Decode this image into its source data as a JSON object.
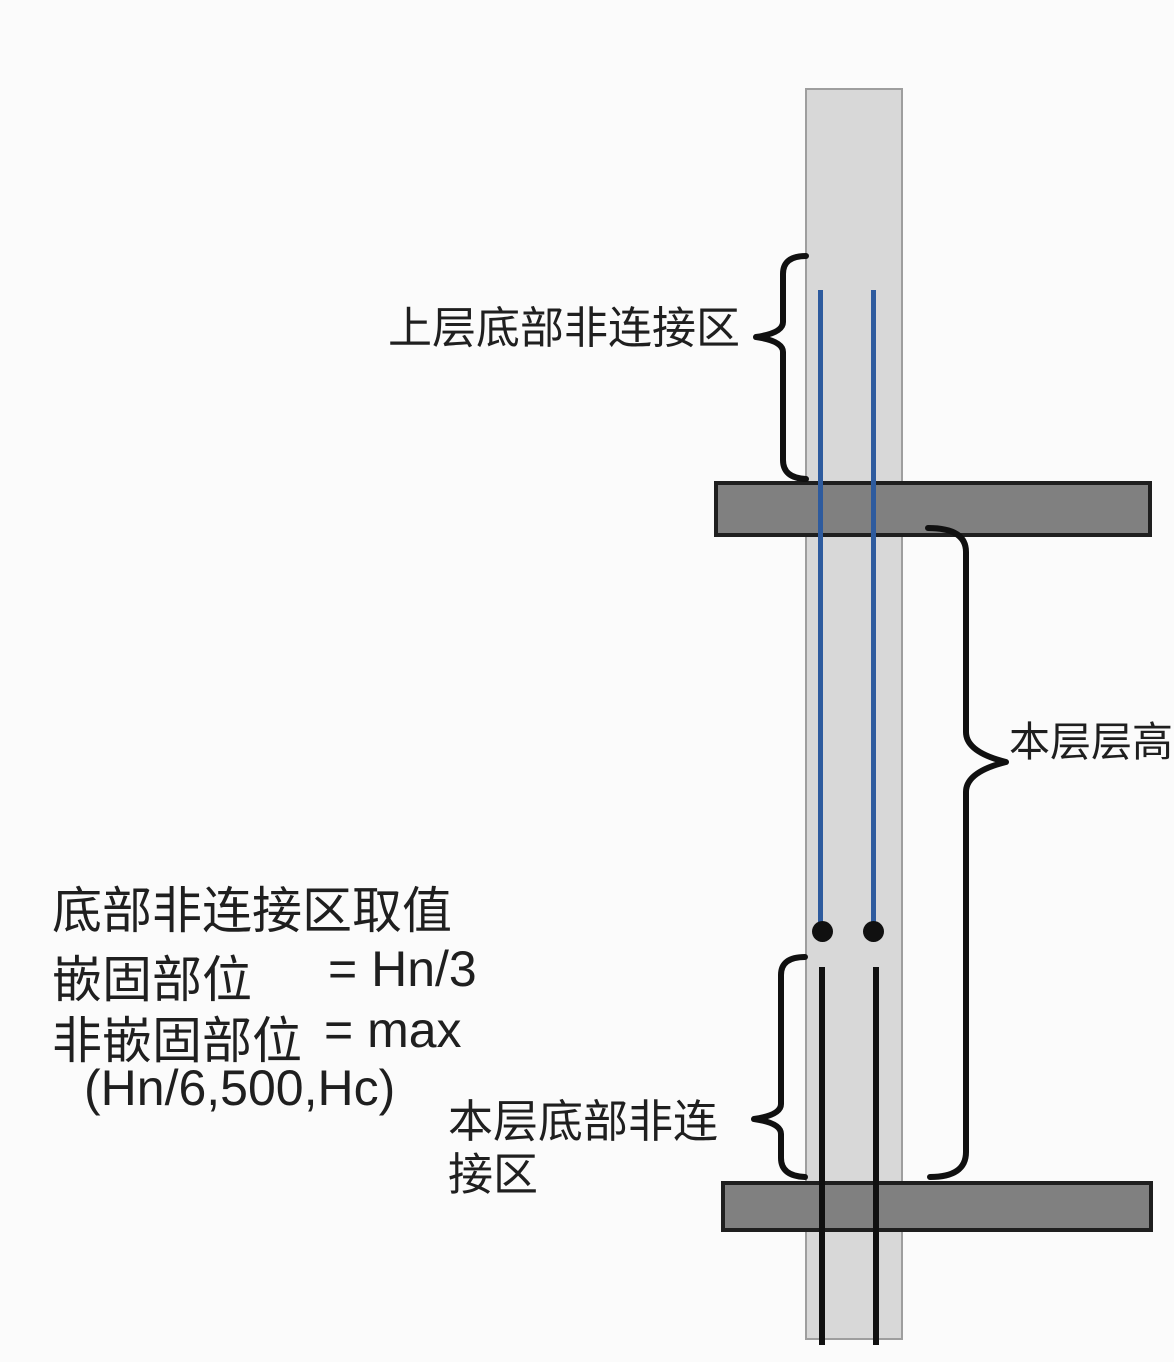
{
  "diagram": {
    "labels": {
      "upper_zone": "上层底部非连接区",
      "story_height": "本层层高",
      "lower_zone_line1": "本层底部非连",
      "lower_zone_line2": "接区"
    },
    "formula": {
      "title": "底部非连接区取值",
      "row1_label": "嵌固部位",
      "row1_value": "= Hn/3",
      "row2_label": "非嵌固部位",
      "row2_value": "= max",
      "row3": "(Hn/6,500,Hc)"
    },
    "colors": {
      "column_fill": "#d8d8d8",
      "column_border": "#9e9e9e",
      "slab_fill": "#808080",
      "slab_border": "#1f1f1f",
      "rebar_blue": "#2e5b9e",
      "rebar_black": "#101010",
      "brace": "#101010",
      "text": "#1f1f1f",
      "background": "#fbfbfb"
    }
  }
}
